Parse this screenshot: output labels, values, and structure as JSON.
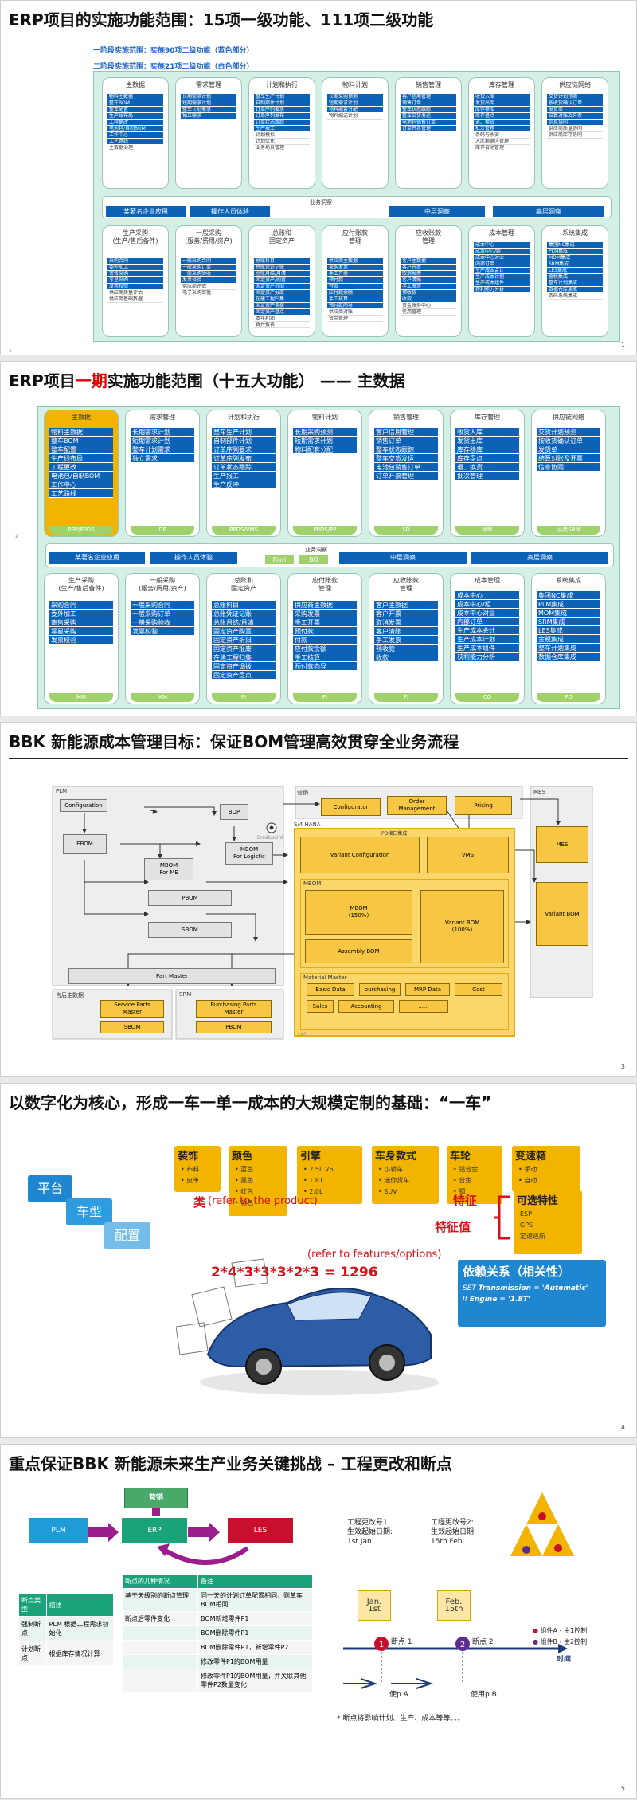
{
  "s1": {
    "title": "ERP项目的实施功能范围：15项一级功能、111项二级功能",
    "legend1": "一阶段实施范围：实施90项二级功能（蓝色部分）",
    "legend2": "二阶段实施范围：实施21项二级功能（白色部分）",
    "page": "1",
    "small": "1",
    "row1": [
      {
        "name": "主数据",
        "items": [
          [
            "物料主数据",
            "b"
          ],
          [
            "整车BOM",
            "b"
          ],
          [
            "整车配置",
            "b"
          ],
          [
            "生产线布局",
            "b"
          ],
          [
            "工程更改",
            "b"
          ],
          [
            "电池包/自制BOM",
            "b"
          ],
          [
            "工作中心",
            "b"
          ],
          [
            "工艺路线",
            "b"
          ],
          [
            "主数据治理",
            "w"
          ]
        ]
      },
      {
        "name": "需求管理",
        "items": [
          [
            "长期需求计划",
            "b"
          ],
          [
            "短期需求计划",
            "b"
          ],
          [
            "整车计划需求",
            "b"
          ],
          [
            "独立需求",
            "b"
          ]
        ]
      },
      {
        "name": "计划和执行",
        "items": [
          [
            "整车生产计划",
            "b"
          ],
          [
            "自制部件计划",
            "b"
          ],
          [
            "订单序列要求",
            "b"
          ],
          [
            "订单序列发布",
            "b"
          ],
          [
            "订单状态跟踪",
            "b"
          ],
          [
            "生产报工",
            "b"
          ],
          [
            "计划模拟",
            "w"
          ],
          [
            "计划优化",
            "w"
          ],
          [
            "业务场景管理",
            "w"
          ]
        ]
      },
      {
        "name": "物料计划",
        "items": [
          [
            "长期采购预测",
            "b"
          ],
          [
            "短期需求计划",
            "b"
          ],
          [
            "物料配套分配",
            "b"
          ],
          [
            "物料配送计划",
            "w"
          ]
        ]
      },
      {
        "name": "销售管理",
        "items": [
          [
            "客户信用管理",
            "b"
          ],
          [
            "销售订单",
            "b"
          ],
          [
            "整车状态跟踪",
            "b"
          ],
          [
            "整车交货发运",
            "b"
          ],
          [
            "电池包销售订单",
            "b"
          ],
          [
            "订单开票管理",
            "b"
          ]
        ]
      },
      {
        "name": "库存管理",
        "items": [
          [
            "收货入库",
            "b"
          ],
          [
            "发货出库",
            "b"
          ],
          [
            "库存移库",
            "b"
          ],
          [
            "库存盘点",
            "b"
          ],
          [
            "退、换货",
            "b"
          ],
          [
            "批次管理",
            "b"
          ],
          [
            "条码与永安",
            "w"
          ],
          [
            "入库精确区管理",
            "w"
          ],
          [
            "库存自动管理",
            "w"
          ]
        ]
      },
      {
        "name": "供应链网络",
        "items": [
          [
            "交货计划预测",
            "b"
          ],
          [
            "按收货确认订单",
            "b"
          ],
          [
            "发货单",
            "b"
          ],
          [
            "结算对账及开票",
            "b"
          ],
          [
            "信息协同",
            "b"
          ],
          [
            "供应商质量协同",
            "w"
          ],
          [
            "供应商库存协同",
            "w"
          ]
        ]
      }
    ],
    "bar": {
      "label": "业务洞察",
      "items": [
        "某著名企业应用",
        "操作人员体验",
        "中层洞察",
        "高层洞察"
      ]
    },
    "row2": [
      {
        "name": "生产采购\n(生产/售后备件)",
        "items": [
          [
            "采购合同",
            "b"
          ],
          [
            "委外加工",
            "b"
          ],
          [
            "寄售采购",
            "b"
          ],
          [
            "零星采购",
            "b"
          ],
          [
            "发票校验",
            "b"
          ],
          [
            "供应商质量评估",
            "w"
          ],
          [
            "供应商基础数据",
            "w"
          ]
        ]
      },
      {
        "name": "一般采购\n(服务/费用/资产)",
        "items": [
          [
            "一般采购合同",
            "b"
          ],
          [
            "一般采购订单",
            "b"
          ],
          [
            "一般采购验收",
            "b"
          ],
          [
            "发票校验",
            "b"
          ],
          [
            "供应商评估",
            "w"
          ],
          [
            "电子采购审批",
            "w"
          ]
        ]
      },
      {
        "name": "总账和\n固定资产",
        "items": [
          [
            "总账科目",
            "b"
          ],
          [
            "总账凭证记账",
            "b"
          ],
          [
            "总账月结/月清",
            "b"
          ],
          [
            "固定资产/购置",
            "b"
          ],
          [
            "固定资产折旧",
            "b"
          ],
          [
            "固定资产报废",
            "b"
          ],
          [
            "在建工程归集",
            "b"
          ],
          [
            "固定资产调拨",
            "b"
          ],
          [
            "固定资产盘点",
            "b"
          ],
          [
            "本年利润",
            "w"
          ],
          [
            "合并报表",
            "w"
          ]
        ]
      },
      {
        "name": "应付账款\n管理",
        "items": [
          [
            "供应商主数据",
            "b"
          ],
          [
            "采购发票",
            "b"
          ],
          [
            "手工开票",
            "b"
          ],
          [
            "预付款",
            "b"
          ],
          [
            "付款",
            "b"
          ],
          [
            "应付款余额",
            "b"
          ],
          [
            "手工核算",
            "b"
          ],
          [
            "预付款向导",
            "b"
          ],
          [
            "供应商对账",
            "w"
          ],
          [
            "资金管理",
            "w"
          ]
        ]
      },
      {
        "name": "应收账款\n管理",
        "items": [
          [
            "客户主数据",
            "b"
          ],
          [
            "客户开票",
            "b"
          ],
          [
            "取消发票",
            "b"
          ],
          [
            "客户清账",
            "b"
          ],
          [
            "手工发票",
            "b"
          ],
          [
            "预收款",
            "b"
          ],
          [
            "收款",
            "b"
          ],
          [
            "资金账务中心",
            "w"
          ],
          [
            "信用管理",
            "w"
          ]
        ]
      },
      {
        "name": "成本管理",
        "items": [
          [
            "成本中心",
            "b"
          ],
          [
            "成本中心/组",
            "b"
          ],
          [
            "成本中心对业",
            "b"
          ],
          [
            "内部订单",
            "b"
          ],
          [
            "生产成本会计",
            "b"
          ],
          [
            "生产成本计划",
            "b"
          ],
          [
            "生产成本组件",
            "b"
          ],
          [
            "获利能力分析",
            "b"
          ]
        ]
      },
      {
        "name": "系统集成",
        "items": [
          [
            "集团NC集成",
            "b"
          ],
          [
            "PLM集成",
            "b"
          ],
          [
            "MOM集成",
            "b"
          ],
          [
            "SRM集成",
            "b"
          ],
          [
            "LES集成",
            "b"
          ],
          [
            "金税集成",
            "b"
          ],
          [
            "整车计划集成",
            "b"
          ],
          [
            "数据仓库集成",
            "b"
          ],
          [
            "条码系统集成",
            "w"
          ]
        ]
      }
    ]
  },
  "s2": {
    "t1": "ERP项目",
    "t2": "一期",
    "t3": "实施功能范围（十五大功能）  ——  主数据",
    "page": "2",
    "row1": [
      {
        "name": "主数据",
        "items": [
          "物料主数据",
          "整车BOM",
          "整车配置",
          "生产线布局",
          "工程更改",
          "电池包/自制BOM",
          "工作中心",
          "工艺路线"
        ],
        "tag": "PPP/PPDS"
      },
      {
        "name": "需求管理",
        "items": [
          "长期需求计划",
          "短期需求计划",
          "整车计划需求",
          "独立需求"
        ],
        "tag": "DP"
      },
      {
        "name": "计划和执行",
        "items": [
          "整车生产计划",
          "自制部件计划",
          "订单序列要求",
          "订单序列发布",
          "订单状态跟踪",
          "生产报工",
          "生产反冲"
        ],
        "tag": "PPDS/VMS"
      },
      {
        "name": "物料计划",
        "items": [
          "长期采购预测",
          "短期需求计划",
          "物料配套分配"
        ],
        "tag": "PPDS/PP"
      },
      {
        "name": "销售管理",
        "items": [
          "客户信用管理",
          "销售订单",
          "整车状态跟踪",
          "整车交货发运",
          "电池包销售订单",
          "订单开票管理"
        ],
        "tag": "SD"
      },
      {
        "name": "库存管理",
        "items": [
          "收货入库",
          "发货出库",
          "库存移库",
          "库存盘点",
          "退、换货",
          "批次管理"
        ],
        "tag": "MM"
      },
      {
        "name": "供应链网络",
        "items": [
          "交货计划预测",
          "按收货确认订单",
          "发货单",
          "结算对账及开票",
          "信息协同"
        ],
        "tag": "小票SRM"
      }
    ],
    "bar": {
      "label": "业务洞察",
      "items": [
        "某著名企业应用",
        "操作人员体验",
        "Fiori",
        "BO",
        "中层洞察",
        "高层洞察"
      ]
    },
    "row2": [
      {
        "name": "生产采购\n(生产/售后备件)",
        "items": [
          "采购合同",
          "委外加工",
          "寄售采购",
          "零星采购",
          "发票校验"
        ],
        "tag": "MM"
      },
      {
        "name": "一般采购\n(服务/费用/资产)",
        "items": [
          "一般采购合同",
          "一般采购订单",
          "一般采购验收",
          "发票校验"
        ],
        "tag": "MM"
      },
      {
        "name": "总账和\n固定资产",
        "items": [
          "总账科目",
          "总账凭证记账",
          "总账月结/月清",
          "固定资产购置",
          "固定资产折旧",
          "固定资产报废",
          "在建工程归集",
          "固定资产调拨",
          "固定资产盘点"
        ],
        "tag": "FI"
      },
      {
        "name": "应付账款\n管理",
        "items": [
          "供应商主数据",
          "采购发票",
          "手工开票",
          "预付款",
          "付款",
          "应付款余额",
          "手工核算",
          "预付款向导"
        ],
        "tag": "FI"
      },
      {
        "name": "应收账款\n管理",
        "items": [
          "客户主数据",
          "客户开票",
          "取消发票",
          "客户清账",
          "手工发票",
          "预收款",
          "收款"
        ],
        "tag": "FI"
      },
      {
        "name": "成本管理",
        "items": [
          "成本中心",
          "成本中心/组",
          "成本中心对业",
          "内部订单",
          "生产成本会计",
          "生产成本计划",
          "生产成本组件",
          "获利能力分析"
        ],
        "tag": "CO"
      },
      {
        "name": "系统集成",
        "items": [
          "集团NC集成",
          "PLM集成",
          "MOM集成",
          "SRM集成",
          "LES集成",
          "金税集成",
          "整车计划集成",
          "数据仓库集成"
        ],
        "tag": "PO"
      }
    ]
  },
  "s3": {
    "title": "BBK 新能源成本管理目标：保证BOM管理高效贯穿全业务流程",
    "page": "3",
    "plm": "PLM",
    "configuration": "Configuration",
    "ebom": "EBOM",
    "bop": "BOP",
    "mbom_me": "MBOM\nFor ME",
    "mbom_log": "MBOM\nFor Logistic",
    "pbom": "PBOM",
    "sbom": "SBOM",
    "part_master": "Part Master",
    "breakpoint": "Breakpoint",
    "sales": "营销",
    "configurator": "Configurator",
    "order_mgmt": "Order\nManagement",
    "pricing": "Pricing",
    "mes_area": "MES",
    "mes": "MES",
    "variant_bom_r": "Variant BOM",
    "s4": "S/4 HANA",
    "po": "PO接口集成",
    "variant_config": "Variant Configuration",
    "vms": "VMS",
    "mbom_area": "MBOM",
    "mbom150": "MBOM\n(150%)",
    "variant_bom100": "Variant BOM\n(100%)",
    "assembly_bom": "Assembly BOM",
    "material_master": "Material Master",
    "mm_items": [
      "Basic Data",
      "purchasing",
      "MRP Data",
      "Cost",
      "Sales",
      "Accounting",
      "......"
    ],
    "after_sales": "售后主数据",
    "service_parts": "Service Parts\nMaster",
    "srm": "SRM",
    "purchasing_parts": "Purchasing Parts\nMaster",
    "bottom_sbom": "SBOM",
    "bottom_pbom": "PBOM",
    "sap_mark": "SAP"
  },
  "s4": {
    "title": "以数字化为核心，形成一车一单一成本的大规模定制的基础：“一车”",
    "page": "4",
    "platform": "平台",
    "model": "车型",
    "config": "配置",
    "cards": [
      {
        "h": "装饰",
        "items": [
          "布料",
          "皮革"
        ]
      },
      {
        "h": "颜色",
        "items": [
          "蓝色",
          "黑色",
          "红色",
          "银色"
        ]
      },
      {
        "h": "引擎",
        "items": [
          "2.5L V6",
          "1.8T",
          "2.0L"
        ]
      },
      {
        "h": "车身款式",
        "items": [
          "小轿车",
          "迷你货车",
          "SUV"
        ]
      },
      {
        "h": "车轮",
        "items": [
          "铝合金",
          "合金",
          "钢"
        ]
      },
      {
        "h": "变速箱",
        "items": [
          "手动",
          "自动"
        ]
      }
    ],
    "class_label": "类",
    "class_en": "(refer to the product)",
    "feature": "特征",
    "feature_value": "特征值",
    "feature_en": "(refer to features/options)",
    "formula": "2*4*3*3*3*2*3 = 1296",
    "opt_title": "可选特性",
    "opt_items": [
      "ESP",
      "GPS",
      "定速巡航"
    ],
    "dep_title": "依赖关系（相关性）",
    "dep1_a": "SET",
    "dep1_b": "Transmission = 'Automatic'",
    "dep2_a": "If",
    "dep2_b": "Engine = '1.8T'"
  },
  "s5": {
    "title": "重点保证BBK 新能源未来生产业务关键挑战 – 工程更改和断点",
    "page": "5",
    "marketing": "营销",
    "plm": "PLM",
    "erp": "ERP",
    "les": "LES",
    "lt_h": [
      "断点类型",
      "描述"
    ],
    "lt_rows": [
      [
        "强制断点",
        "PLM 根据工程需求初始化"
      ],
      [
        "计划断点",
        "根据库存情况计算"
      ]
    ],
    "rt_h": [
      "断点的几种情况",
      "备注"
    ],
    "rt_rows": [
      [
        "基于天级别的断点管理",
        "同一天的计划订单配置相同，则单车BOM相同"
      ],
      [
        "断点后零件变化",
        "BOM新增零件P1"
      ],
      [
        "",
        "BOM删除零件P1"
      ],
      [
        "",
        "BOM删除零件P1，新增零件P2"
      ],
      [
        "",
        "修改零件P1的BOM用量"
      ],
      [
        "",
        "修改零件P1的BOM用量，并关联其他零件P2数量变化"
      ]
    ],
    "ecn1": "工程更改号1\n生效起始日期:\n1st Jan.",
    "ecn2": "工程更改号2:\n生效起始日期:\n15th Feb.",
    "jan": "Jan.\n1st",
    "feb": "Feb.\n15th",
    "bp1": "断点 1",
    "bp2": "断点 2",
    "time": "时间",
    "use_a": "使p A",
    "use_b": "使用p B",
    "note": "* 断点将影响计划、生产、成本等等。。。",
    "comp_a": "组件A - 由1控制",
    "comp_b": "组件B - 由2控制"
  }
}
